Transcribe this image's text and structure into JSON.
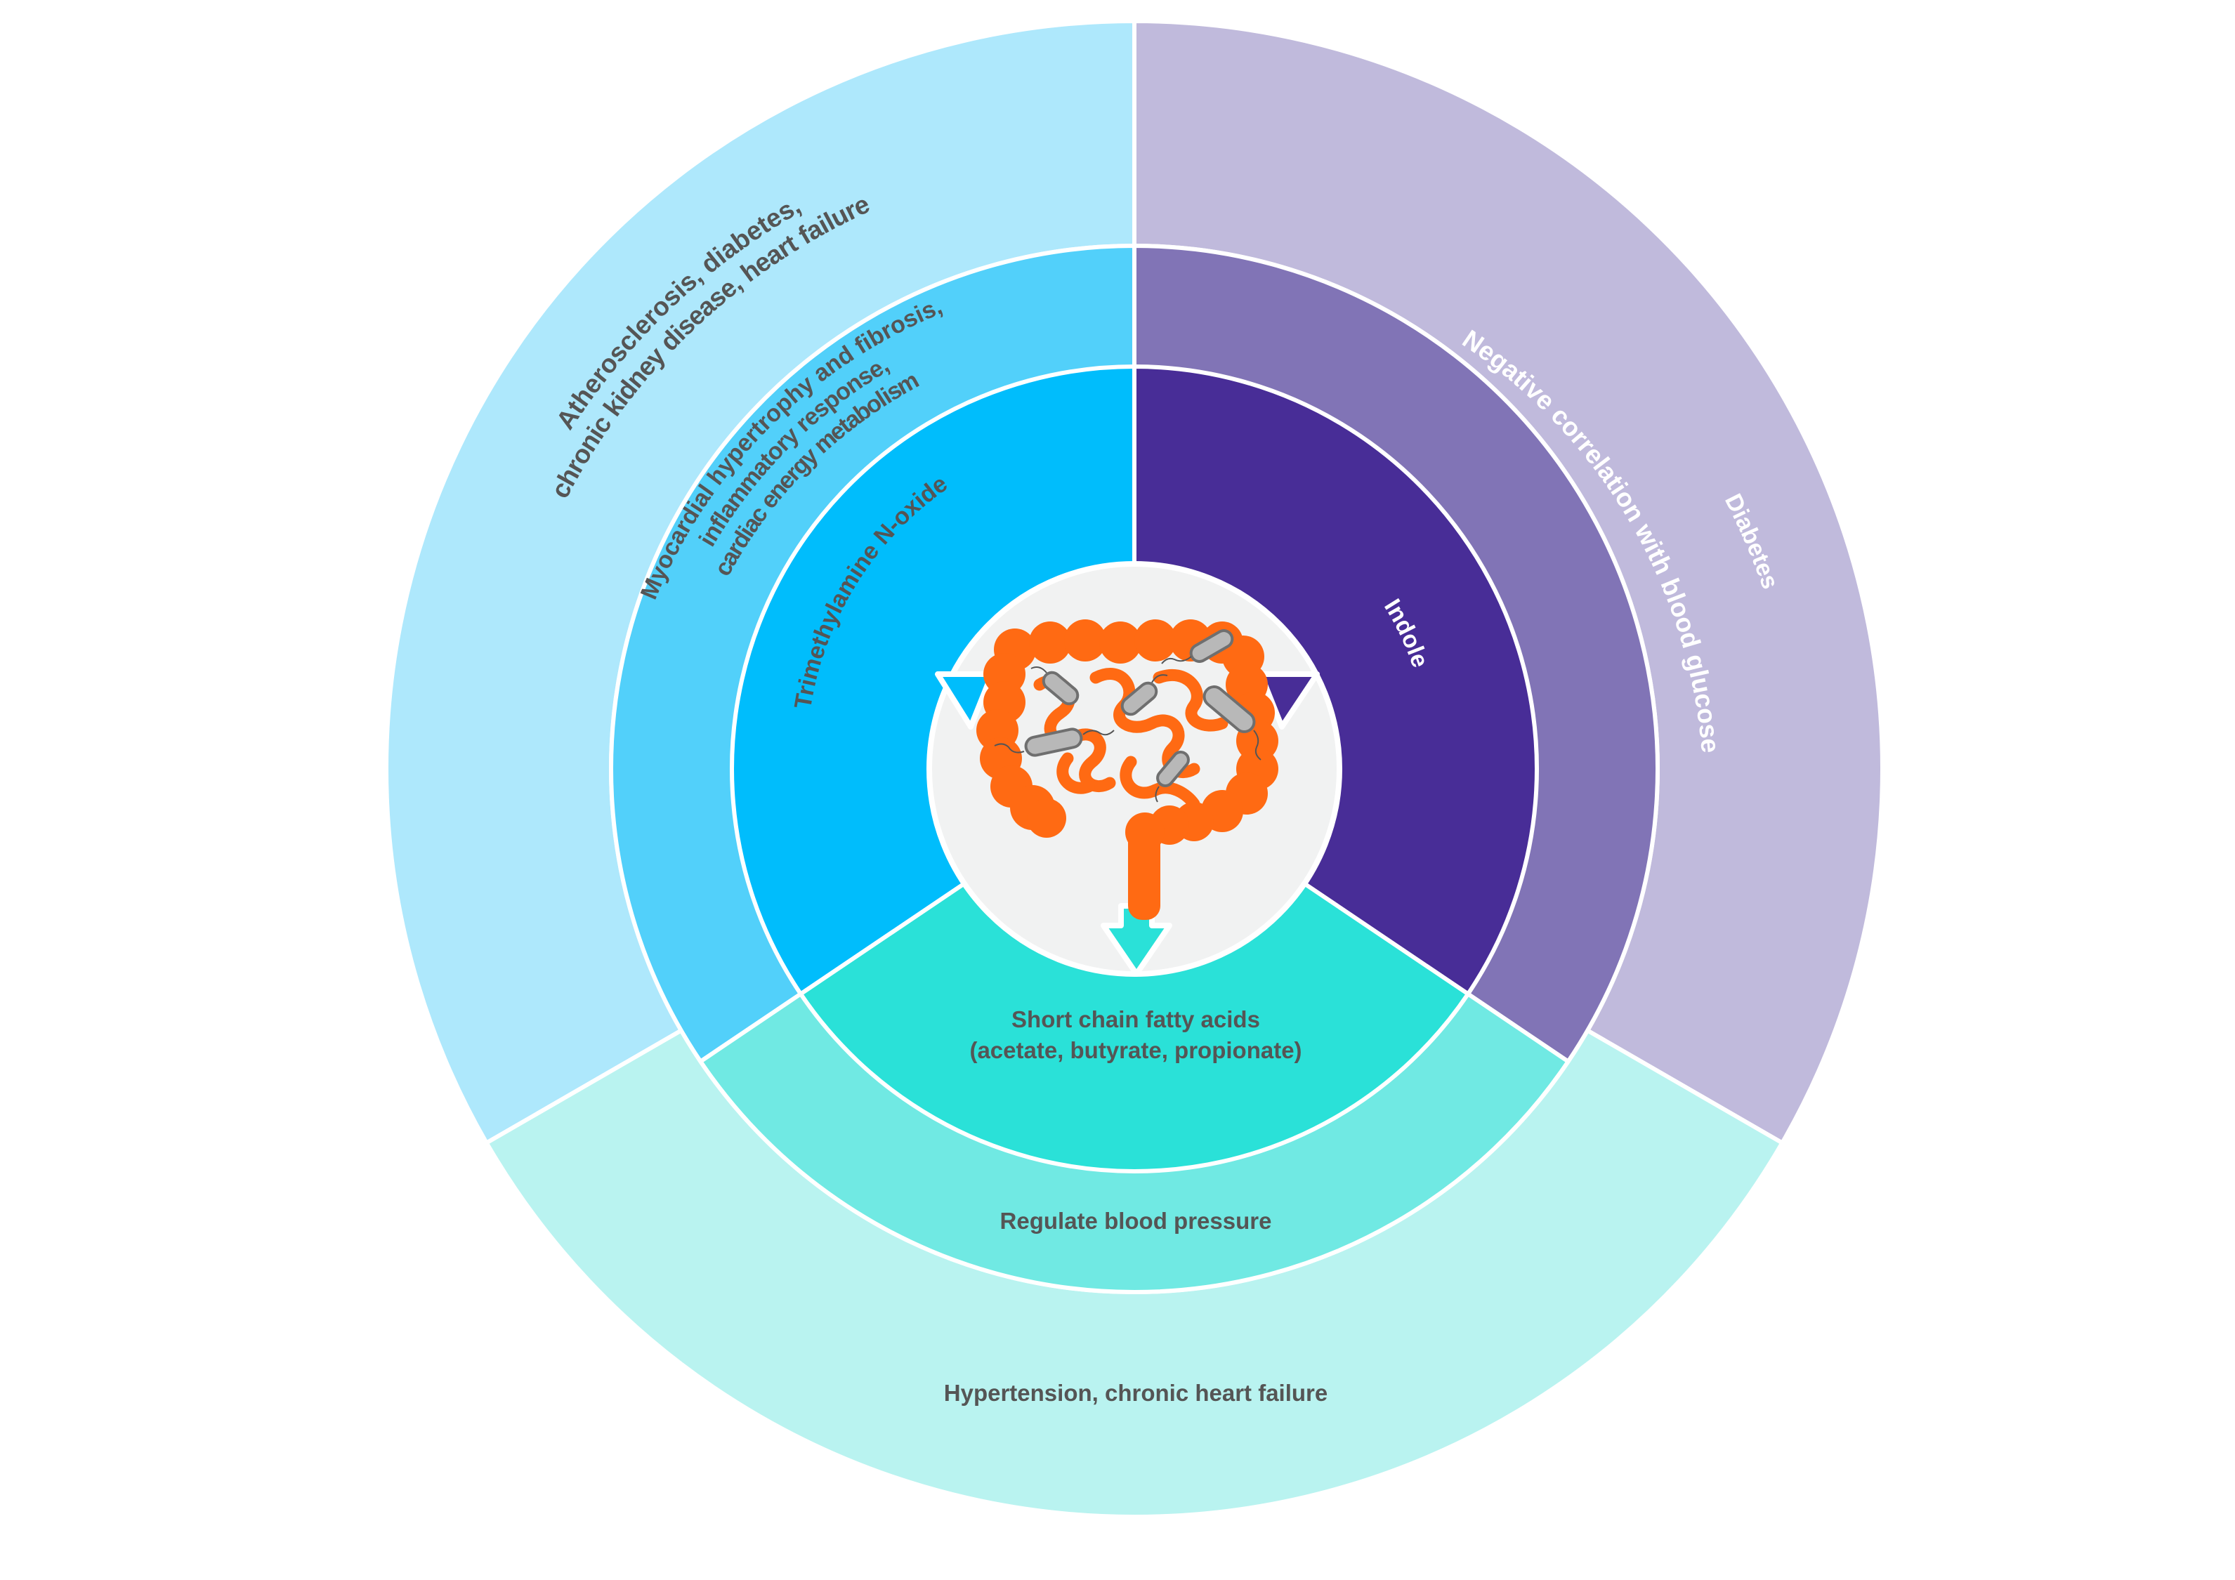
{
  "colors": {
    "tmao_inner": "#00BDFC",
    "tmao_mid": "#52D0FA",
    "tmao_outer": "#AEE8FC",
    "indole_inner": "#482D97",
    "indole_mid": "#8174B6",
    "indole_outer": "#C0BADC",
    "scfa_inner": "#2AE1D8",
    "scfa_mid": "#70E9E3",
    "scfa_outer": "#B9F3F0",
    "center": "#F1F2F2",
    "gut": "#FF6A13",
    "bacteria": "#B8B8B8",
    "dark_text": "#555555",
    "light_text": "#ffffff"
  },
  "tmao": {
    "metabolite": "Trimethylamine N-oxide",
    "effects": [
      "Myocardial hypertrophy and fibrosis,",
      "inflammatory response,",
      "cardiac energy metabolism"
    ],
    "diseases": [
      "Atherosclerosis, diabetes,",
      "chronic kidney disease, heart failure"
    ]
  },
  "indole": {
    "metabolite": "Indole",
    "effects": "Negative correlation with blood glucose",
    "diseases": "Diabetes"
  },
  "scfa": {
    "metabolite": [
      "Short chain fatty acids",
      "(acetate, butyrate, propionate)"
    ],
    "effects": "Regulate blood pressure",
    "diseases": "Hypertension, chronic heart failure"
  },
  "icons": {
    "center": "gut-microbiota-icon",
    "arrows": [
      "tmao-arrow-icon",
      "indole-arrow-icon",
      "scfa-arrow-icon"
    ]
  }
}
